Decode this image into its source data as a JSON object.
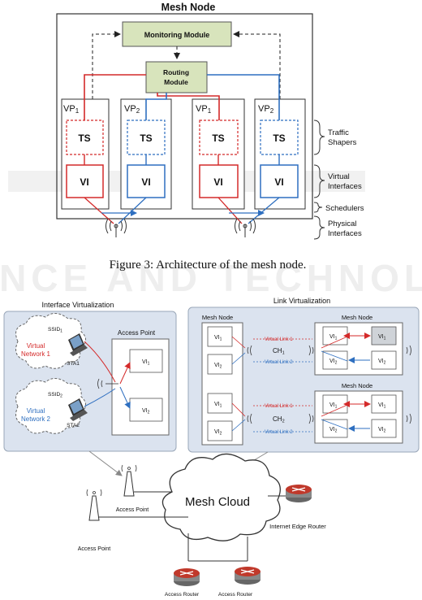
{
  "top": {
    "title": "Mesh Node",
    "monitoring_module": "Monitoring Module",
    "routing_module_line1": "Routing",
    "routing_module_line2": "Module",
    "vp1": "VP",
    "vp_sub1": "1",
    "vp_sub2": "2",
    "ts_label": "TS",
    "vi_label": "VI",
    "brace_labels": {
      "traffic_shapers_1": "Traffic",
      "traffic_shapers_2": "Shapers",
      "virtual_interfaces_1": "Virtual",
      "virtual_interfaces_2": "Interfaces",
      "schedulers": "Schedulers",
      "physical_interfaces_1": "Physical",
      "physical_interfaces_2": "Interfaces"
    },
    "caption": "Figure 3: Architecture of the mesh node.",
    "watermark": "SCIENCE AND TECHNOLOGY"
  },
  "bottom": {
    "iv_title": "Interface Virtualization",
    "lv_title": "Link Virtualization",
    "ssid1": "SSID",
    "ssid1_sub": "1",
    "ssid2": "SSID",
    "ssid2_sub": "2",
    "vnet1_a": "Virtual",
    "vnet1_b": "Network 1",
    "vnet2_a": "Virtual",
    "vnet2_b": "Network 2",
    "sta1": "STA1",
    "sta2": "STA2",
    "access_point_title": "Access Point",
    "vi": "VI",
    "sub1": "1",
    "sub2": "2",
    "mesh_node": "Mesh Node",
    "ch": "CH",
    "virtual_link_1": "Virtual Link 1",
    "virtual_link_2": "Virtual Link 2",
    "mesh_cloud": "Mesh Cloud",
    "access_point": "Access Point",
    "internet_edge_router": "Internet Edge Router",
    "access_router": "Access Router"
  },
  "colors": {
    "red": "#d42a2a",
    "blue": "#2e6fc0",
    "module_fill": "#d8e4bc",
    "panel_fill": "#dbe3ef",
    "router_red": "#c0392b"
  }
}
